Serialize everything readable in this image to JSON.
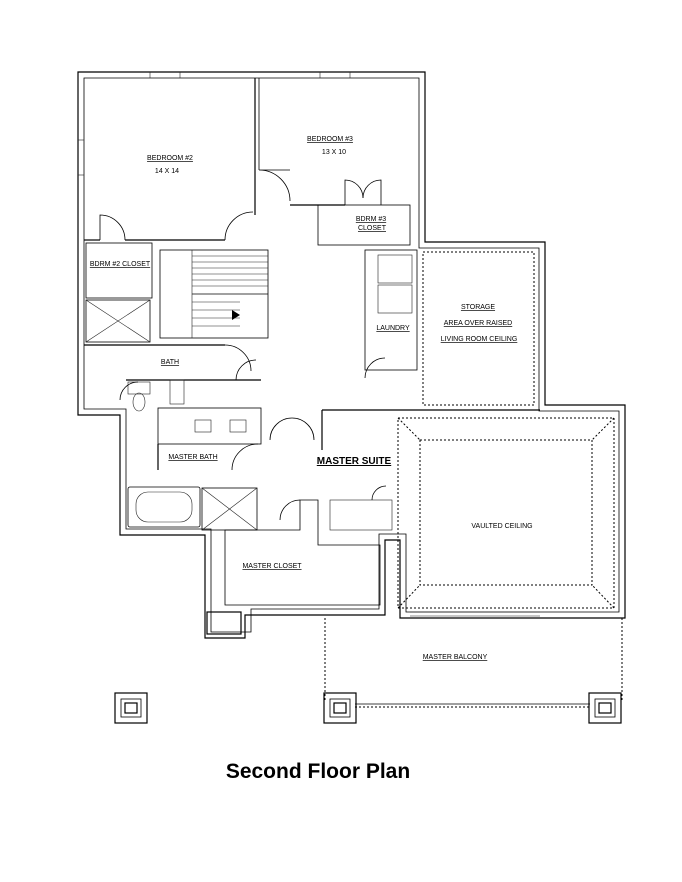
{
  "title": "Second Floor Plan",
  "rooms": {
    "bedroom2": {
      "name": "BEDROOM #2",
      "size": "14 X 14"
    },
    "bedroom3": {
      "name": "BEDROOM #3",
      "size": "13 X 10"
    },
    "bdrm3_closet": {
      "line1": "BDRM #3",
      "line2": "CLOSET"
    },
    "bdrm2_closet": {
      "name": "BDRM #2 CLOSET"
    },
    "bath": {
      "name": "BATH"
    },
    "laundry": {
      "name": "LAUNDRY"
    },
    "storage": {
      "line1": "STORAGE",
      "line2": "AREA OVER RAISED",
      "line3": "LIVING ROOM CEILING"
    },
    "master_bath": {
      "name": "MASTER BATH"
    },
    "master_suite": {
      "name": "MASTER SUITE"
    },
    "vaulted_ceiling": {
      "name": "VAULTED CEILING"
    },
    "master_closet": {
      "name": "MASTER CLOSET"
    },
    "master_balcony": {
      "name": "MASTER BALCONY"
    }
  }
}
